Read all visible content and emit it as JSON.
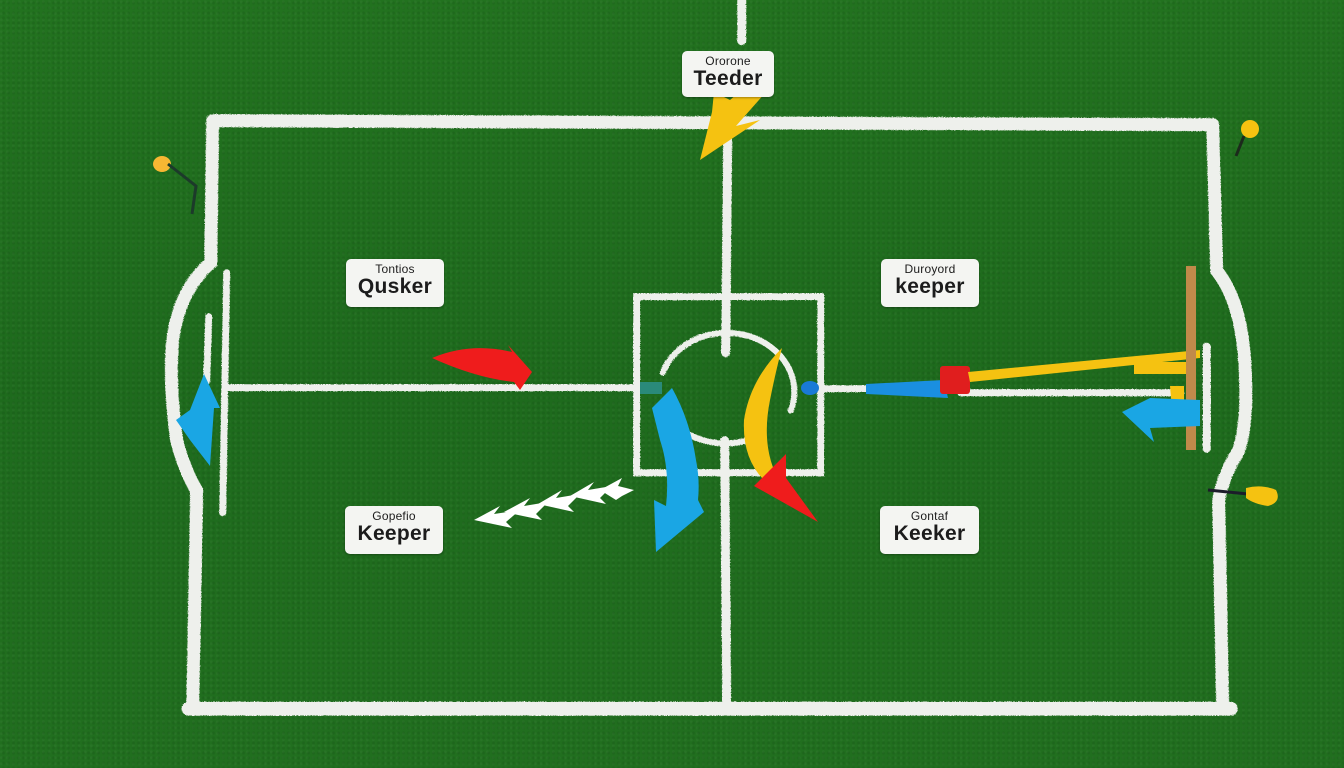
{
  "scene": {
    "title": "Soccer tactics pitch diagram",
    "colors": {
      "turf": "#1f6d1f",
      "line": "#eef0ec",
      "card_bg": "#f4f5f2",
      "arrow_yellow": "#f5c211",
      "arrow_red": "#ef1c1c",
      "arrow_blue": "#1aa6e4",
      "pole_wood": "#c08a4a"
    }
  },
  "labels": [
    {
      "id": "top-center",
      "sub": "Ororone",
      "main": "Teeder"
    },
    {
      "id": "left-upper",
      "sub": "Tontios",
      "main": "Qusker"
    },
    {
      "id": "right-upper",
      "sub": "Duroyord",
      "main": "keeper"
    },
    {
      "id": "left-lower",
      "sub": "Gopefio",
      "main": "Keeper"
    },
    {
      "id": "right-lower",
      "sub": "Gontaf",
      "main": "Keeker"
    }
  ],
  "arrows": [
    {
      "id": "yellow-top",
      "color": "yellow",
      "direction": "down-left"
    },
    {
      "id": "red-left",
      "color": "red",
      "direction": "right"
    },
    {
      "id": "white-chevrons",
      "color": "white",
      "direction": "left",
      "count": 5
    },
    {
      "id": "blue-center",
      "color": "blue",
      "direction": "down"
    },
    {
      "id": "yellow-red-center",
      "color": "yellow-red",
      "direction": "down"
    },
    {
      "id": "blue-left-goal",
      "color": "blue",
      "direction": "up"
    },
    {
      "id": "blue-right-goal",
      "color": "blue",
      "direction": "left"
    }
  ],
  "markers": [
    {
      "id": "corner-flag-top-left",
      "color": "orange"
    },
    {
      "id": "corner-flag-top-right",
      "color": "yellow"
    },
    {
      "id": "corner-flag-bottom-right",
      "color": "yellow"
    }
  ]
}
